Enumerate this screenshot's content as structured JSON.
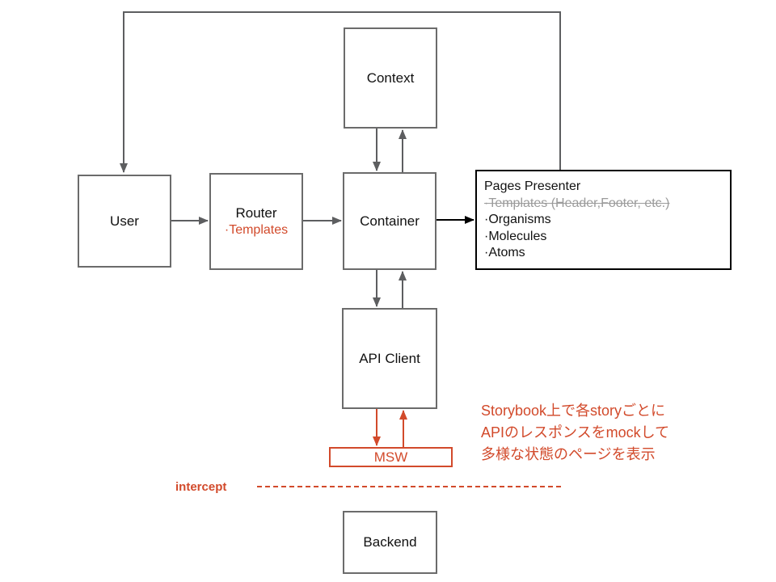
{
  "nodes": {
    "context": {
      "label": "Context"
    },
    "user": {
      "label": "User"
    },
    "router": {
      "label": "Router",
      "sublabel": "·Templates"
    },
    "container": {
      "label": "Container"
    },
    "pages_presenter": {
      "title": "Pages Presenter",
      "items": [
        "·Templates (Header,Footer, etc.)",
        "·Organisms",
        "·Molecules",
        "·Atoms"
      ]
    },
    "api_client": {
      "label": "API Client"
    },
    "msw": {
      "label": "MSW"
    },
    "backend": {
      "label": "Backend"
    }
  },
  "annotations": {
    "storybook_note": {
      "line1": "Storybook上で各storyごとに",
      "line2": "APIのレスポンスをmockして",
      "line3": "多様な状態のページを表示"
    },
    "intercept_label": "intercept"
  },
  "colors": {
    "accent_red": "#d24a2b",
    "box_border_gray": "#6b6b6b",
    "arrow_gray": "#5d5e60",
    "struck_text_gray": "#9b9b9b",
    "emphasis_black": "#000000"
  }
}
